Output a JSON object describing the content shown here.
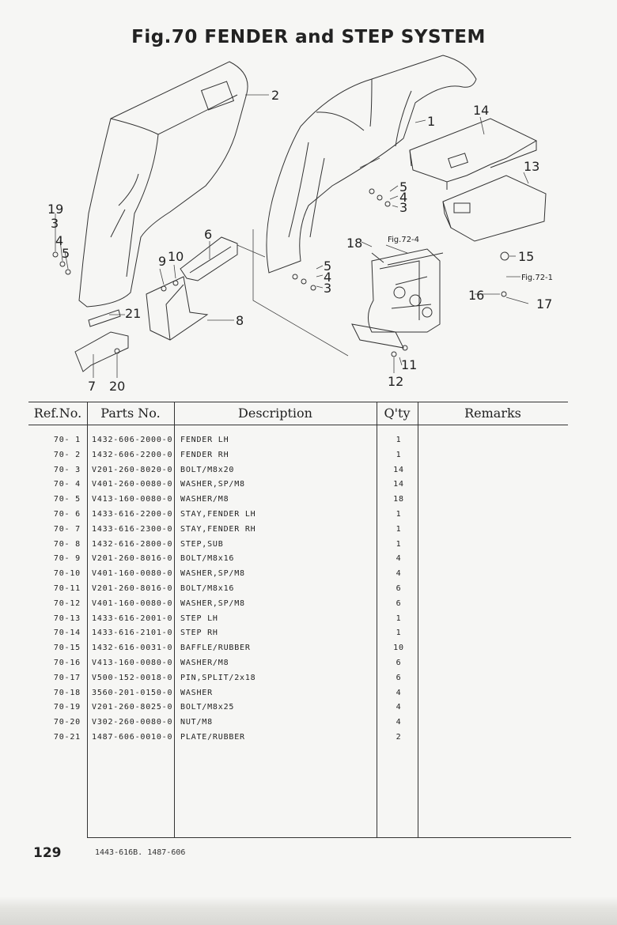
{
  "title": "Fig.70  FENDER and STEP SYSTEM",
  "diagram": {
    "callouts": [
      "1",
      "2",
      "3",
      "4",
      "5",
      "6",
      "7",
      "8",
      "9",
      "10",
      "11",
      "12",
      "13",
      "14",
      "15",
      "16",
      "17",
      "18",
      "19",
      "20",
      "21"
    ],
    "references": {
      "fig72_4": "Fig.72-4",
      "fig72_1": "Fig.72-1"
    },
    "labels": {
      "l1": "1",
      "l2": "2",
      "l3a": "3",
      "l3b": "3",
      "l3c": "3",
      "l4a": "4",
      "l4b": "4",
      "l4c": "4",
      "l5a": "5",
      "l5b": "5",
      "l5c": "5",
      "l6": "6",
      "l7": "7",
      "l8": "8",
      "l9": "9",
      "l10": "10",
      "l11": "11",
      "l12": "12",
      "l13": "13",
      "l14": "14",
      "l15": "15",
      "l16": "16",
      "l17": "17",
      "l18": "18",
      "l19": "19",
      "l20": "20",
      "l21": "21"
    }
  },
  "table": {
    "headers": {
      "ref": "Ref.No.",
      "part": "Parts  No.",
      "desc": "Description",
      "qty": "Q'ty",
      "remarks": "Remarks"
    },
    "rows": [
      {
        "ref": "70- 1",
        "part": "1432-606-2000-0",
        "desc": "FENDER LH",
        "qty": "1"
      },
      {
        "ref": "70- 2",
        "part": "1432-606-2200-0",
        "desc": "FENDER RH",
        "qty": "1"
      },
      {
        "ref": "70- 3",
        "part": "V201-260-8020-0",
        "desc": "BOLT/M8x20",
        "qty": "14"
      },
      {
        "ref": "70- 4",
        "part": "V401-260-0080-0",
        "desc": "WASHER,SP/M8",
        "qty": "14"
      },
      {
        "ref": "70- 5",
        "part": "V413-160-0080-0",
        "desc": "WASHER/M8",
        "qty": "18"
      },
      {
        "ref": "70- 6",
        "part": "1433-616-2200-0",
        "desc": "STAY,FENDER LH",
        "qty": "1"
      },
      {
        "ref": "70- 7",
        "part": "1433-616-2300-0",
        "desc": "STAY,FENDER RH",
        "qty": "1"
      },
      {
        "ref": "70- 8",
        "part": "1432-616-2800-0",
        "desc": "STEP,SUB",
        "qty": "1"
      },
      {
        "ref": "70- 9",
        "part": "V201-260-8016-0",
        "desc": "BOLT/M8x16",
        "qty": "4"
      },
      {
        "ref": "70-10",
        "part": "V401-160-0080-0",
        "desc": "WASHER,SP/M8",
        "qty": "4"
      },
      {
        "ref": "70-11",
        "part": "V201-260-8016-0",
        "desc": "BOLT/M8x16",
        "qty": "6"
      },
      {
        "ref": "70-12",
        "part": "V401-160-0080-0",
        "desc": "WASHER,SP/M8",
        "qty": "6"
      },
      {
        "ref": "70-13",
        "part": "1433-616-2001-0",
        "desc": "STEP LH",
        "qty": "1"
      },
      {
        "ref": "70-14",
        "part": "1433-616-2101-0",
        "desc": "STEP RH",
        "qty": "1"
      },
      {
        "ref": "70-15",
        "part": "1432-616-0031-0",
        "desc": "BAFFLE/RUBBER",
        "qty": "10"
      },
      {
        "ref": "70-16",
        "part": "V413-160-0080-0",
        "desc": "WASHER/M8",
        "qty": "6"
      },
      {
        "ref": "70-17",
        "part": "V500-152-0018-0",
        "desc": "PIN,SPLIT/2x18",
        "qty": "6"
      },
      {
        "ref": "70-18",
        "part": "3560-201-0150-0",
        "desc": "WASHER",
        "qty": "4"
      },
      {
        "ref": "70-19",
        "part": "V201-260-8025-0",
        "desc": "BOLT/M8x25",
        "qty": "4"
      },
      {
        "ref": "70-20",
        "part": "V302-260-0080-0",
        "desc": "NUT/M8",
        "qty": "4"
      },
      {
        "ref": "70-21",
        "part": "1487-606-0010-0",
        "desc": "PLATE/RUBBER",
        "qty": "2"
      }
    ]
  },
  "footer": {
    "page_number": "129",
    "codes": "1443-616B. 1487-606"
  }
}
